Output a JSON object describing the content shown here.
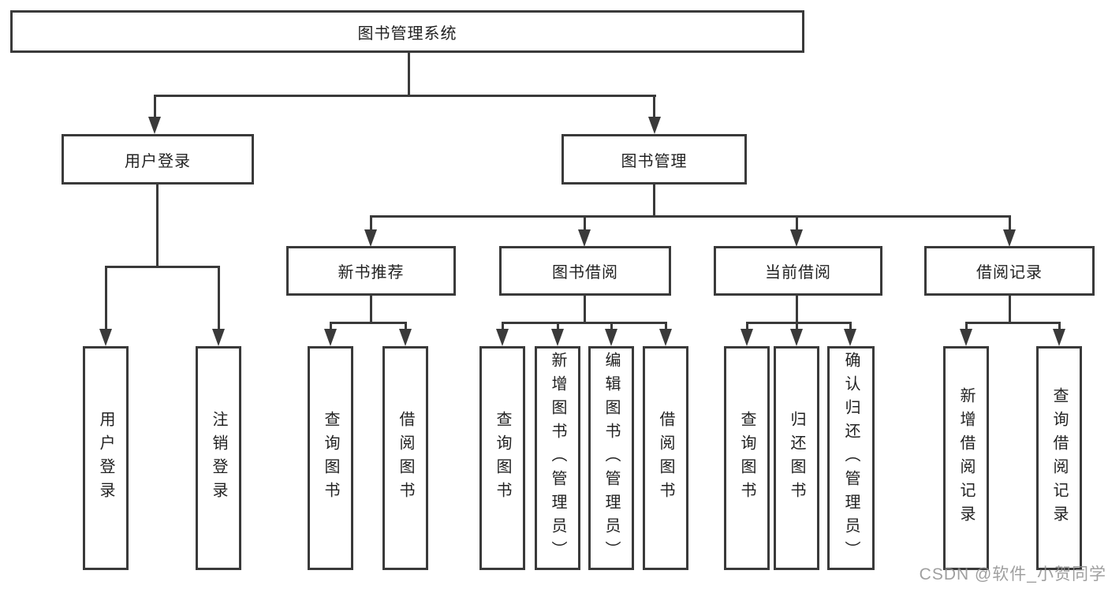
{
  "theme": {
    "line_color": "#3a3a3a",
    "text_color": "#222222",
    "background_color": "#ffffff",
    "watermark_color": "#8f8f8f"
  },
  "watermark": {
    "text": "CSDN @软件_小贺同学"
  },
  "tree": {
    "root": {
      "label": "图书管理系统"
    },
    "branches": [
      {
        "label": "用户登录",
        "children": [
          {
            "label": "用户登录"
          },
          {
            "label": "注销登录"
          }
        ]
      },
      {
        "label": "图书管理",
        "children": [
          {
            "label": "新书推荐",
            "children": [
              {
                "label": "查询图书"
              },
              {
                "label": "借阅图书"
              }
            ]
          },
          {
            "label": "图书借阅",
            "children": [
              {
                "label": "查询图书"
              },
              {
                "label": "新增图书（管理员）"
              },
              {
                "label": "编辑图书（管理员）"
              },
              {
                "label": "借阅图书"
              }
            ]
          },
          {
            "label": "当前借阅",
            "children": [
              {
                "label": "查询图书"
              },
              {
                "label": "归还图书"
              },
              {
                "label": "确认归还（管理员）"
              }
            ]
          },
          {
            "label": "借阅记录",
            "children": [
              {
                "label": "新增借阅记录"
              },
              {
                "label": "查询借阅记录"
              }
            ]
          }
        ]
      }
    ]
  }
}
